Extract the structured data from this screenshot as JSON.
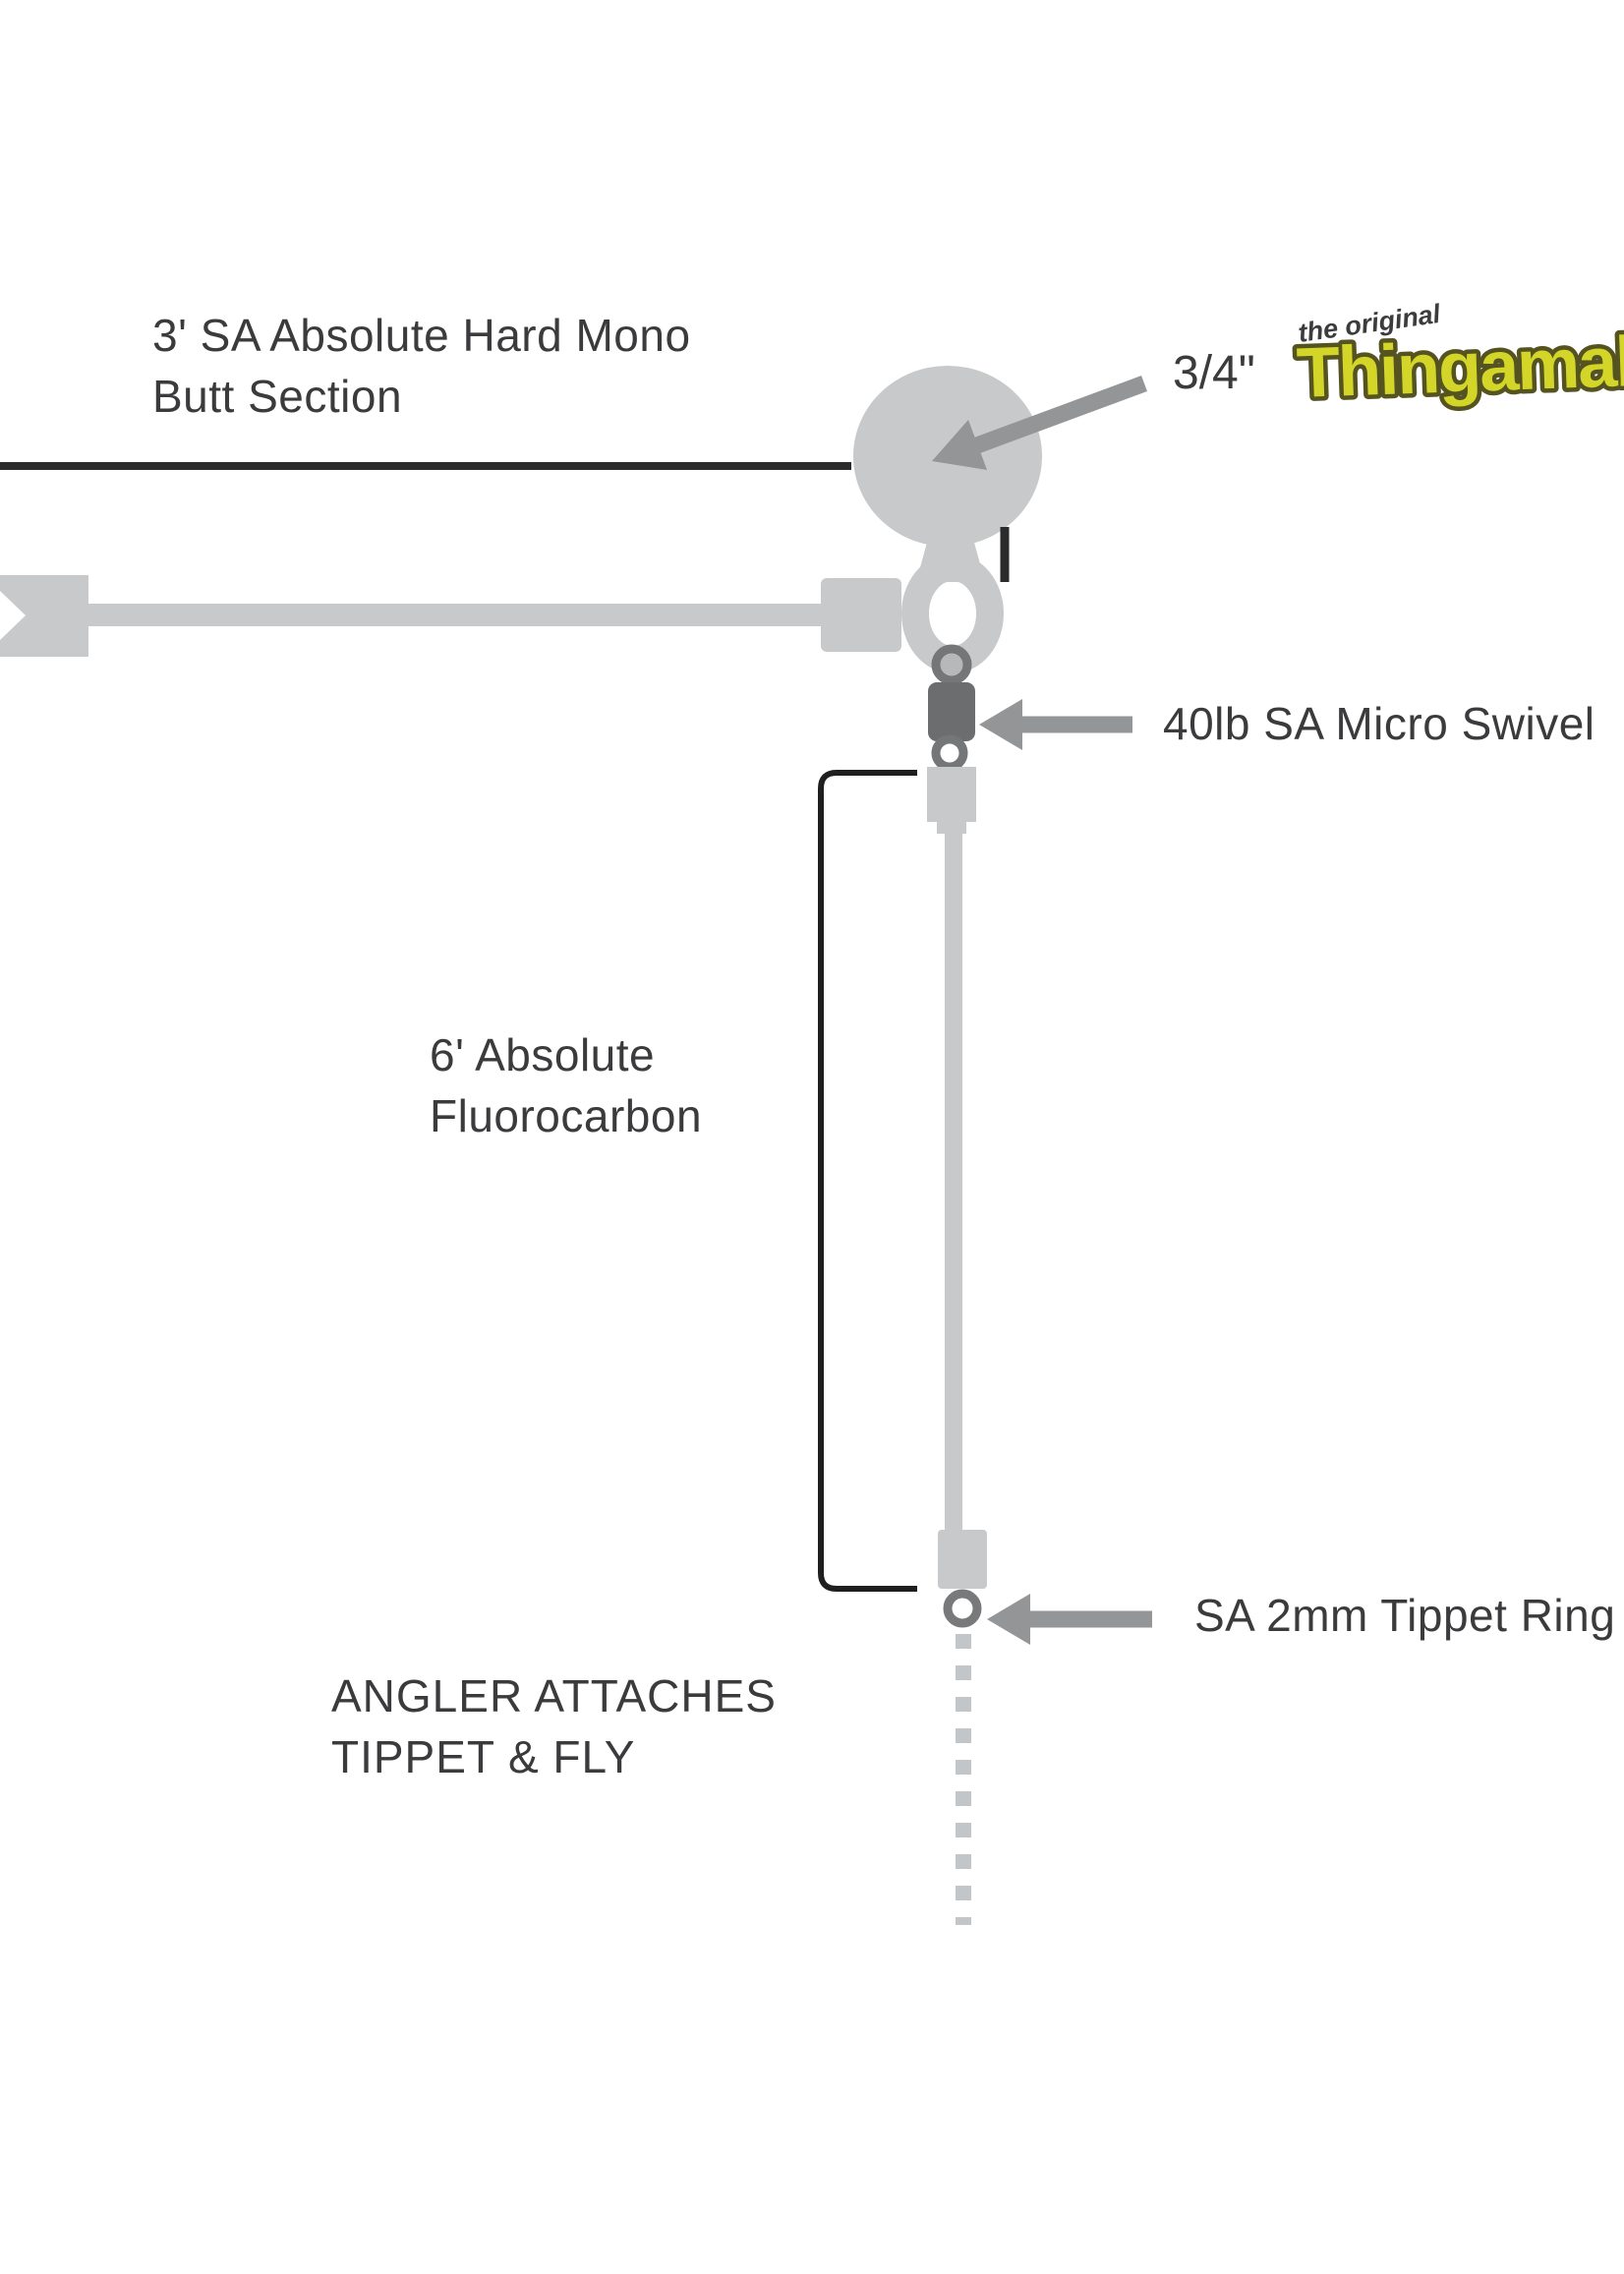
{
  "diagram": {
    "title_context": "fly fishing leader rig diagram",
    "labels": {
      "butt_line1": "3' SA Absolute Hard Mono",
      "butt_line2": "Butt Section",
      "indicator_size": "3/4\"",
      "logo_tagline": "the original",
      "logo_name": "Thingamabobber",
      "swivel": "40lb SA Micro Swivel",
      "fluoro_line1": "6' Absolute",
      "fluoro_line2": "Fluorocarbon",
      "tippet_ring": "SA 2mm Tippet Ring",
      "angler_line1": "ANGLER ATTACHES",
      "angler_line2": "TIPPET & FLY"
    },
    "colors": {
      "background": "#ffffff",
      "light_gray_line": "#c7c9cb",
      "dark_gray_swivel": "#6b6d6f",
      "arrow_gray": "#939597",
      "black_line": "#2b2b2b",
      "bracket_black": "#1f1f1f",
      "text": "#3b3b3d",
      "logo_yellow": "#d3d629",
      "logo_outline": "#55531f"
    }
  }
}
